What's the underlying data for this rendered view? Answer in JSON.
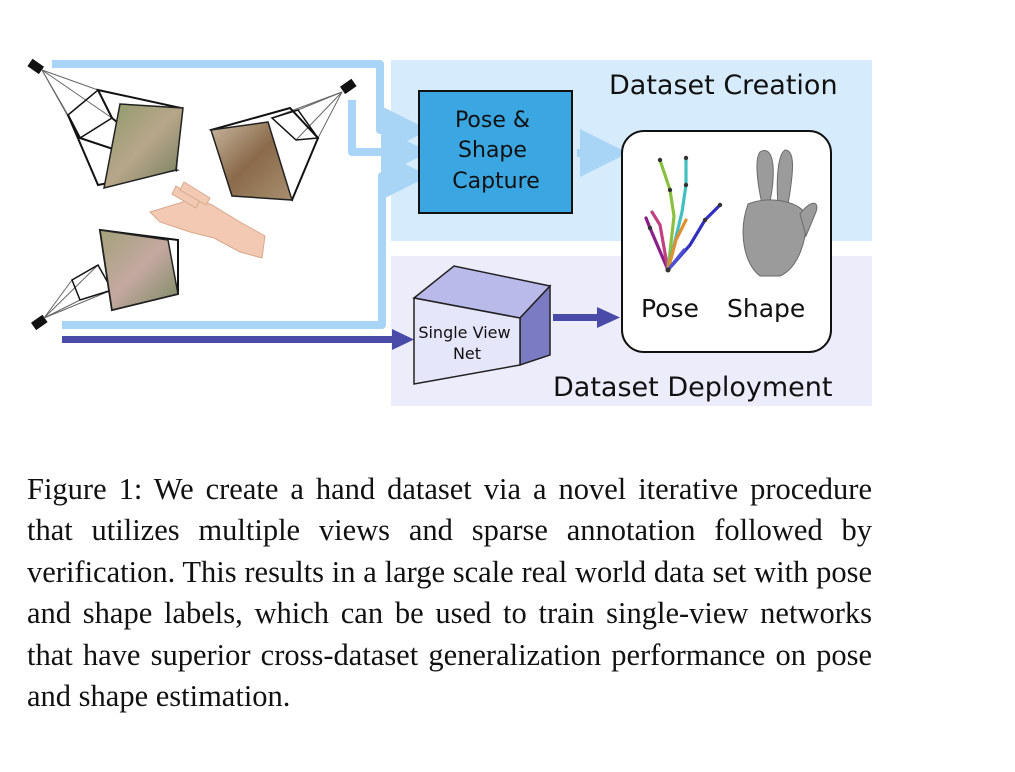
{
  "figure": {
    "region_creation": "Dataset Creation",
    "region_deployment": "Dataset Deployment",
    "capture_box": [
      "Pose &",
      "Shape",
      "Capture"
    ],
    "network_box": [
      "Single View",
      "Net"
    ],
    "output_labels": {
      "pose": "Pose",
      "shape": "Shape"
    },
    "colors": {
      "creation_bg": "#d6ebfb",
      "deployment_bg": "#ececfb",
      "capture_fill": "#3aa6e2",
      "light_arrow": "#a8d5f6",
      "dark_arrow": "#4a4aa8",
      "network_fill": "#e6e6fb"
    }
  },
  "caption": "Figure 1: We create a hand dataset via a novel iterative procedure that utilizes multiple views and sparse annotation followed by verification. This results in a large scale real world data set with pose and shape labels, which can be used to train single-view networks that have superior cross-dataset generalization performance on pose and shape estimation."
}
